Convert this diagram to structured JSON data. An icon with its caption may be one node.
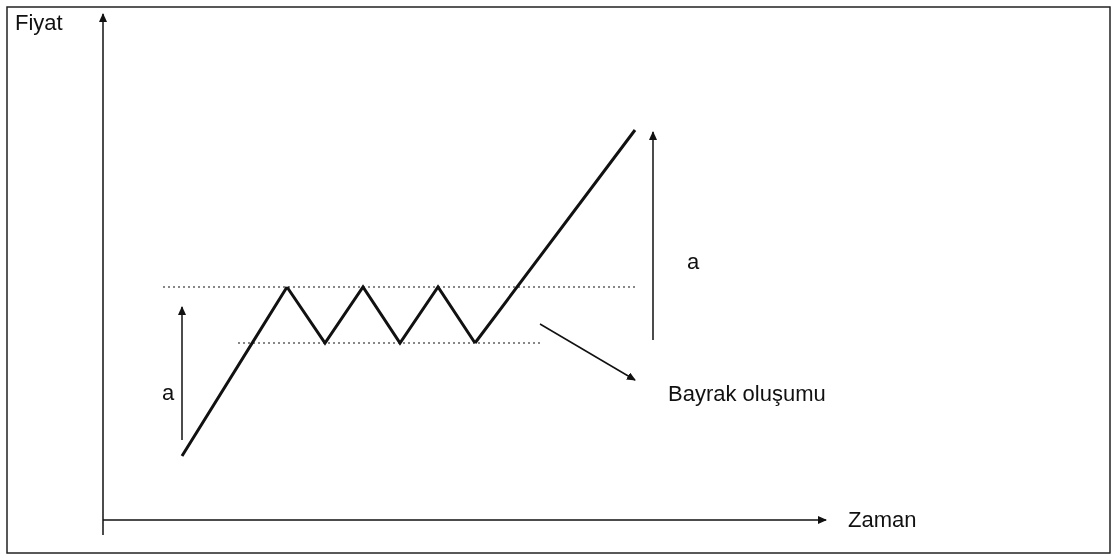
{
  "diagram": {
    "nodes": [
      {
        "text": [
          "Bayrak oluşumu"
        ]
      },
      {
        "text": [],
        "shape": "picture"
      }
    ],
    "edges": [
      {
        "from": 1,
        "to": 0,
        "arrow": "to"
      }
    ],
    "labels": [
      "Fiyat",
      "Zaman",
      "a",
      "a"
    ]
  }
}
